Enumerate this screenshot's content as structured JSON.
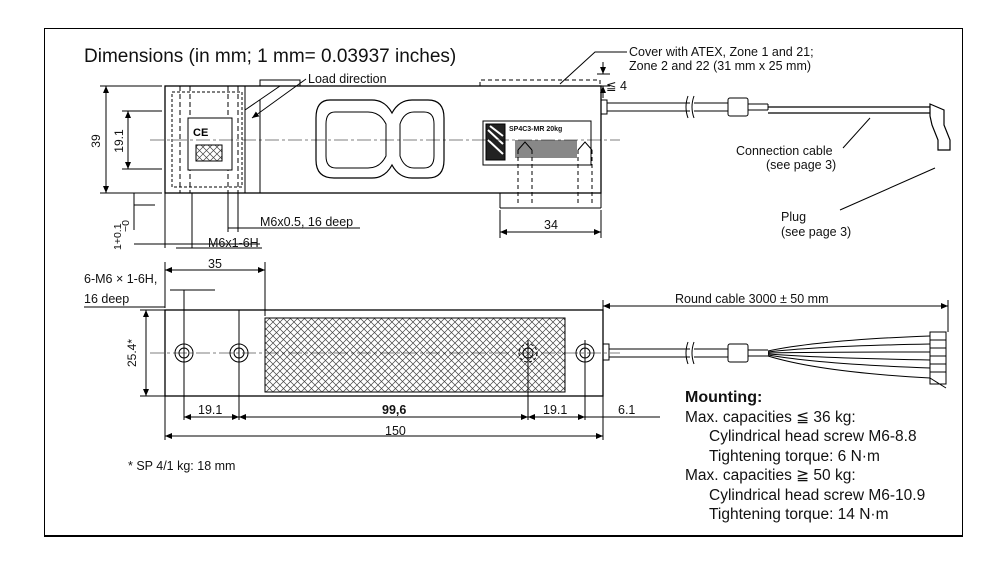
{
  "title": "Dimensions (in mm; 1 mm= 0.03937 inches)",
  "labels": {
    "load_direction": "Load direction",
    "cover_line1": "Cover with ATEX, Zone 1 and 21;",
    "cover_line2": "Zone 2 and 22 (31 mm x 25 mm)",
    "cover_le4": "≦ 4",
    "connection_cable_line1": "Connection cable",
    "connection_cable_line2": "(see page  3)",
    "plug_line1": "Plug",
    "plug_line2": "(see page 3)",
    "product_label": "SP4C3-MR 20kg",
    "m6x05": "M6x0.5, 16 deep",
    "m6x1_6h": "M6x1-6H",
    "dim_34": "34",
    "dim_39": "39",
    "dim_19_1_top": "19.1",
    "tol_1_plus01": "1+0.1",
    "tol_minus0": "−0",
    "holes_line1": "6-M6 × 1-6H,",
    "holes_line2": "16 deep",
    "dim_35": "35",
    "dim_25_4": "25.4*",
    "round_cable": "Round cable 3000 ± 50 mm",
    "dim_19_1_left": "19.1",
    "dim_99_6": "99,6",
    "dim_19_1_right": "19.1",
    "dim_6_1": "6.1",
    "dim_150": "150",
    "footnote": "* SP 4/1 kg: 18 mm"
  },
  "mounting": {
    "heading": "Mounting:",
    "cap1": "Max. capacities ≦ 36 kg:",
    "screw1": "Cylindrical head screw M6-8.8",
    "torque1": "Tightening torque: 6 N·m",
    "cap2": "Max. capacities ≧ 50 kg:",
    "screw2": "Cylindrical head screw M6-10.9",
    "torque2": "Tightening torque: 14 N·m"
  }
}
